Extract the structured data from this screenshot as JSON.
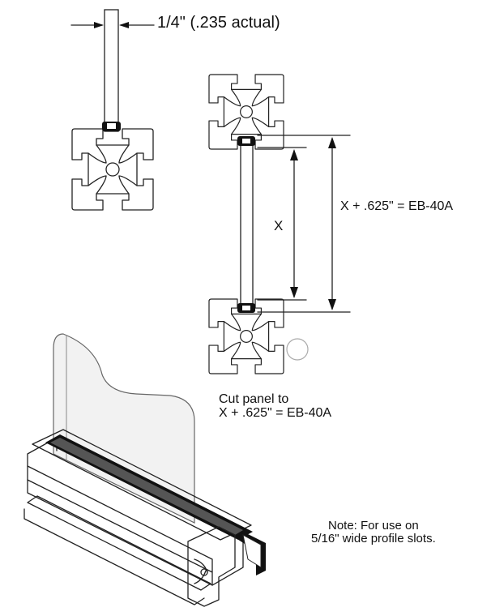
{
  "labels": {
    "panel_thickness": "1/4\" (.235 actual)",
    "x_dimension": "X",
    "x_plus_dimension": "X + .625\" = EB-40A",
    "cut_panel_line1": "Cut panel to",
    "cut_panel_line2": "X + .625\" = EB-40A",
    "note_line1": "Note: For use on",
    "note_line2": "5/16\" wide profile slots."
  },
  "icons": [
    "profile-extrusion-icon",
    "dimension-arrow-icon",
    "panel-icon",
    "gasket-channel-icon"
  ]
}
